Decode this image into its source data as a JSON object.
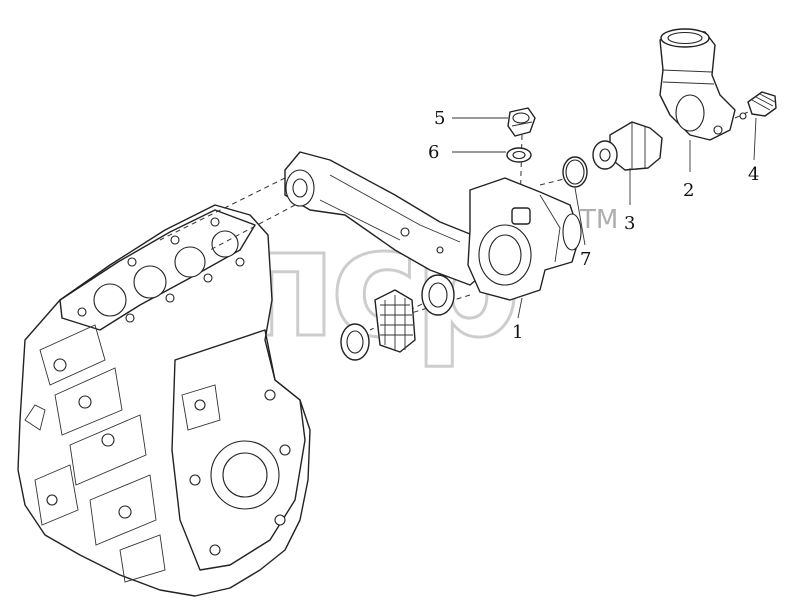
{
  "diagram": {
    "watermark": {
      "text": "эпср",
      "mark": "TM"
    },
    "callouts": [
      {
        "id": "1",
        "label": "1"
      },
      {
        "id": "2",
        "label": "2"
      },
      {
        "id": "3",
        "label": "3"
      },
      {
        "id": "4",
        "label": "4"
      },
      {
        "id": "5",
        "label": "5"
      },
      {
        "id": "6",
        "label": "6"
      },
      {
        "id": "7",
        "label": "7"
      }
    ]
  }
}
